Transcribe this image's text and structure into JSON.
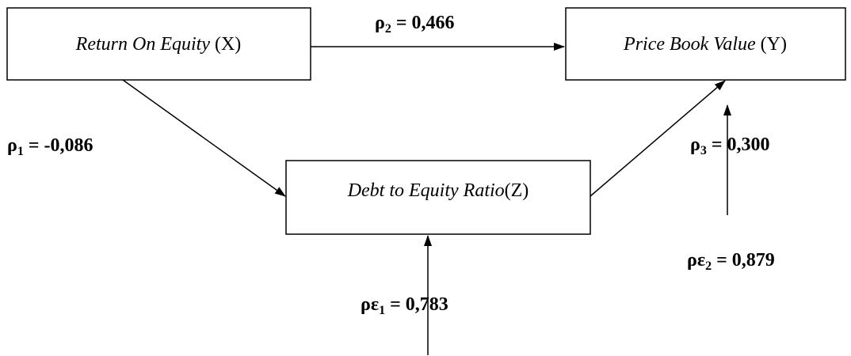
{
  "nodes": {
    "x": {
      "name": "Return On Equity",
      "var": " (X)"
    },
    "y": {
      "name": "Price Book Value",
      "var": " (Y)"
    },
    "z": {
      "name": "Debt to Equity Ratio",
      "var": "(Z)"
    }
  },
  "coefficients": {
    "rho1": {
      "symbol": "ρ",
      "sub": "1",
      "value": " = -0,086"
    },
    "rho2": {
      "symbol": "ρ",
      "sub": "2",
      "value": " = 0,466"
    },
    "rho3": {
      "symbol": "ρ",
      "sub": "3",
      "value": " = 0,300"
    },
    "rho_e1": {
      "symbol": "ρε",
      "sub": "1",
      "value": " = 0,783"
    },
    "rho_e2": {
      "symbol": "ρε",
      "sub": "2",
      "value": " = 0,879"
    }
  }
}
